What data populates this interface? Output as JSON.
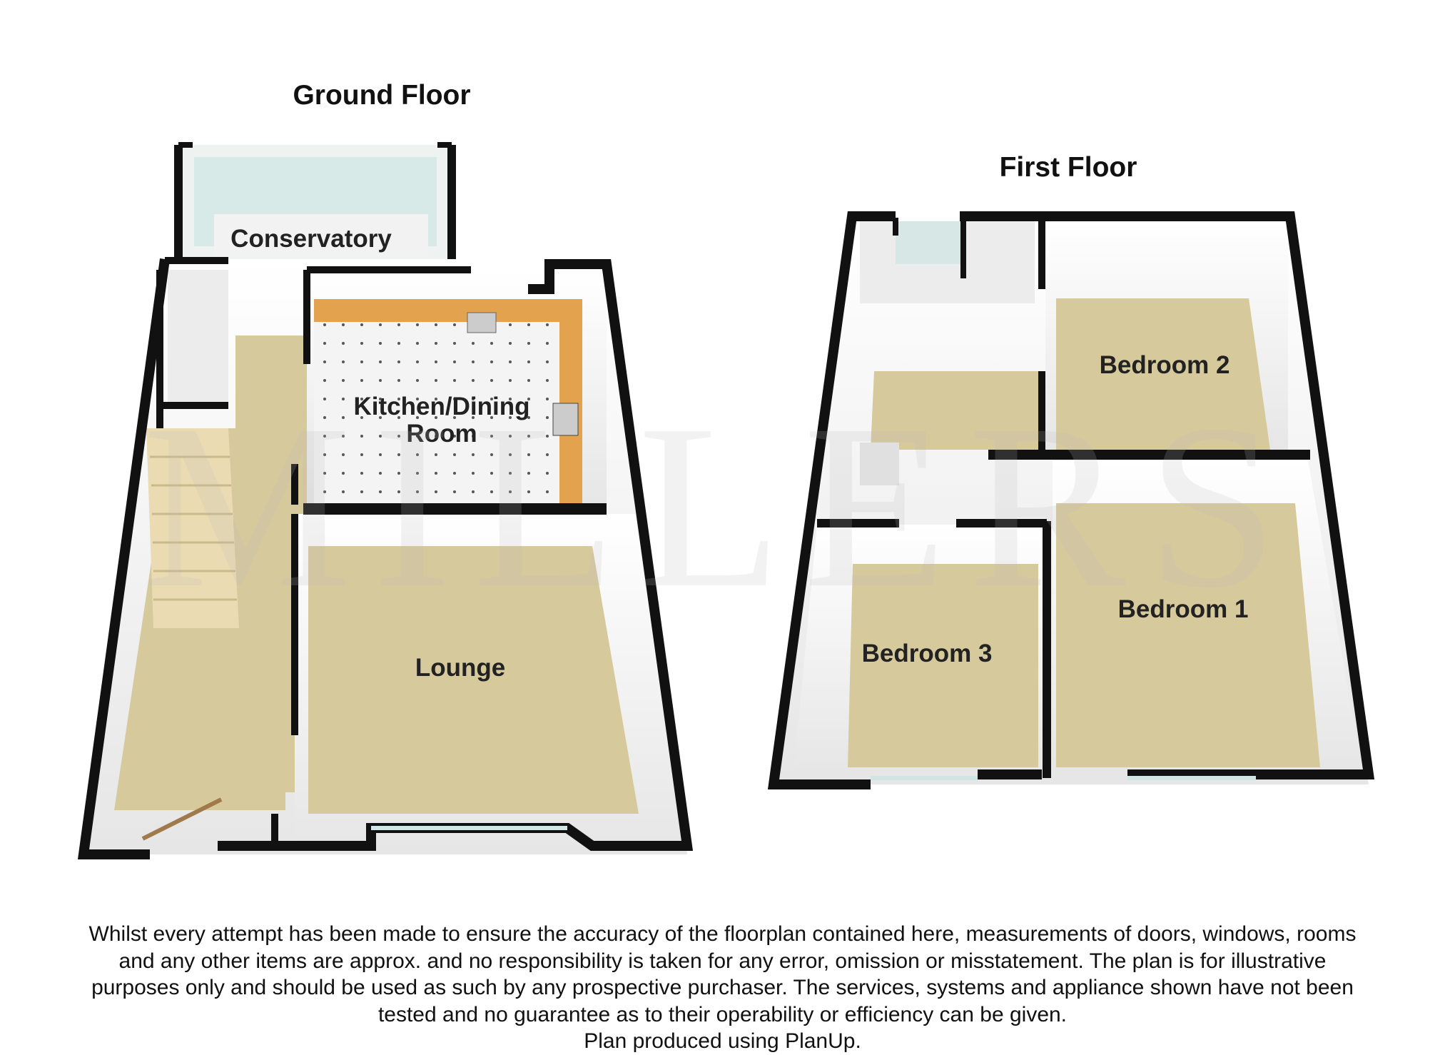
{
  "floors": [
    {
      "title": "Ground Floor",
      "rooms": [
        "Conservatory",
        "Kitchen/Dining",
        "Room",
        "Lounge"
      ]
    },
    {
      "title": "First Floor",
      "rooms": [
        "Bedroom 2",
        "Bedroom 1",
        "Bedroom 3"
      ]
    }
  ],
  "watermark": "MILLERS",
  "disclaimer": [
    "Whilst every attempt has been made to ensure the accuracy of the floorplan contained here, measurements of doors, windows, rooms",
    "and any other items are approx. and no responsibility is taken for any error, omission or misstatement. The plan is for illustrative",
    "purposes only and should be used as such by any prospective purchaser. The services, systems and appliance shown have not been",
    "tested and no guarantee as to their operability or efficiency can be given.",
    "Plan produced using PlanUp."
  ],
  "colors": {
    "floor": "#d6c99c",
    "wall": "#111111",
    "worktop": "#e3a24e",
    "tile": "#f4f4f4",
    "glass": "#cfe6e4"
  }
}
